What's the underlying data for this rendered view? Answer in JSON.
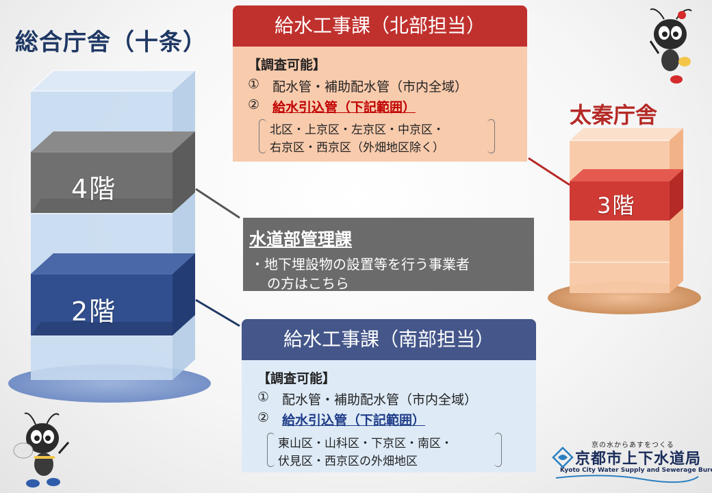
{
  "buildings": {
    "main": {
      "name": "総合庁舎（十条）",
      "floor_4": "4階",
      "floor_2": "2階"
    },
    "uzumasa": {
      "name": "太秦庁舎",
      "floor_3": "3階"
    }
  },
  "north_office": {
    "title": "給水工事課（北部担当）",
    "section": "【調査可能】",
    "item1_num": "①",
    "item1": "配水管・補助配水管（市内全域）",
    "item2_num": "②",
    "item2": "給水引込管（下記範囲）",
    "area_line1": "北区・上京区・左京区・中京区・",
    "area_line2": "右京区・西京区（外畑地区除く）"
  },
  "management": {
    "title": "水道部管理課",
    "line1": "・地下埋設物の設置等を行う事業者",
    "line2": "の方はこちら"
  },
  "south_office": {
    "title": "給水工事課（南部担当）",
    "section": "【調査可能】",
    "item1_num": "①",
    "item1": "配水管・補助配水管（市内全域）",
    "item2_num": "②",
    "item2": "給水引込管（下記範囲）",
    "area_line1": "東山区・山科区・下京区・南区・",
    "area_line2": "伏見区・西京区の外畑地区"
  },
  "logo": {
    "tagline": "京の水からあすをつくる",
    "name": "京都市上下水道局",
    "english": "Kyoto City Water Supply and Sewerage Bureau"
  },
  "icons": {
    "mascot_top": "mascot-icon",
    "mascot_bottom": "mascot-icon",
    "logo_mark": "water-logo-icon"
  },
  "colors": {
    "north_accent": "#c0312e",
    "north_fill": "#f8cbad",
    "south_accent": "#44568a",
    "south_fill": "#deebf7",
    "management_fill": "#6b6b6b",
    "title_blue": "#1f3864",
    "title_red": "#b52a26"
  }
}
